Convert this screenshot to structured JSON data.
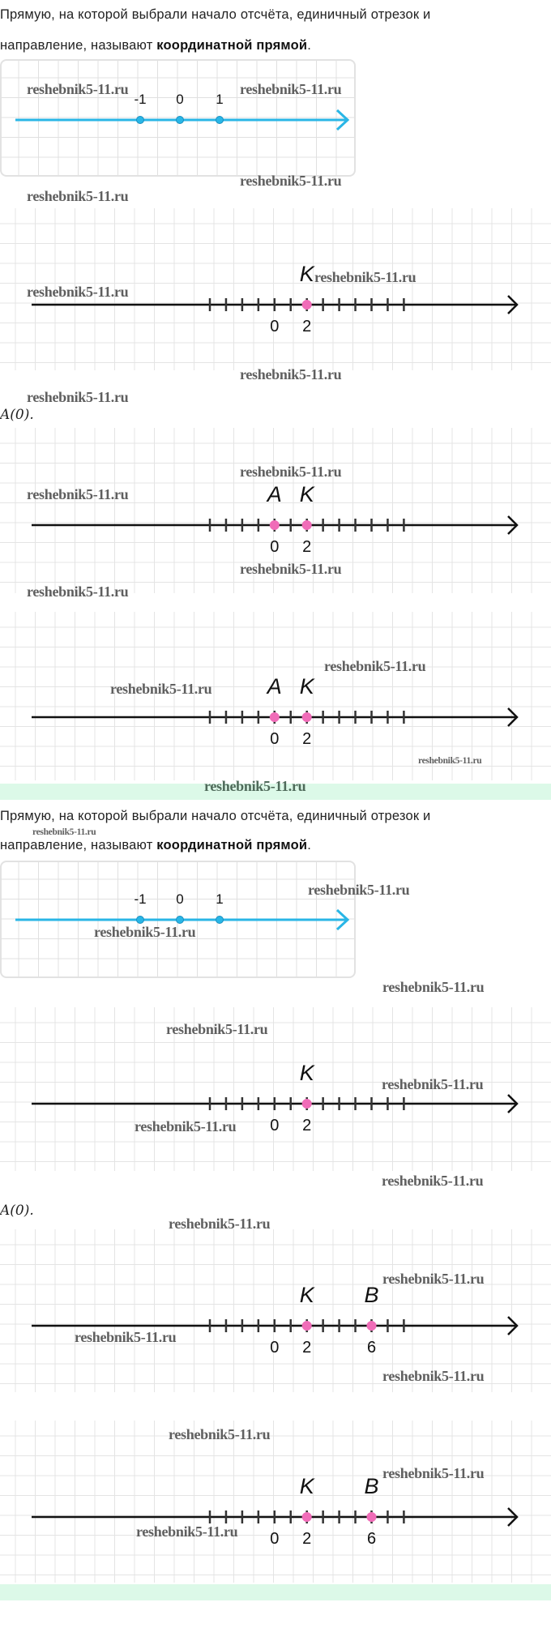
{
  "definition": {
    "line1": "Прямую, на которой выбрали начало отсчёта, единичный отрезок и",
    "line2_prefix": "направление, называют ",
    "line2_bold": "координатной прямой",
    "line2_suffix": "."
  },
  "intro_axis": {
    "labels": [
      "-1",
      "0",
      "1"
    ],
    "color": "#29b6e6"
  },
  "watermark": "reshebnik5-11.ru",
  "point_a_caption": "A(0).",
  "colors": {
    "point": "#f06cb8",
    "axis": "#111111",
    "green_bar": "#dcf9e8"
  },
  "number_lines": [
    {
      "tick_min": -4,
      "tick_max": 8,
      "numbers": [
        {
          "value": 0,
          "text": "0"
        },
        {
          "value": 2,
          "text": "2"
        }
      ],
      "points": [
        {
          "value": 2,
          "name": "K"
        }
      ]
    },
    {
      "tick_min": -4,
      "tick_max": 8,
      "numbers": [
        {
          "value": 0,
          "text": "0"
        },
        {
          "value": 2,
          "text": "2"
        }
      ],
      "points": [
        {
          "value": 0,
          "name": "A"
        },
        {
          "value": 2,
          "name": "K"
        }
      ]
    },
    {
      "tick_min": -4,
      "tick_max": 8,
      "numbers": [
        {
          "value": 0,
          "text": "0"
        },
        {
          "value": 2,
          "text": "2"
        }
      ],
      "points": [
        {
          "value": 0,
          "name": "A"
        },
        {
          "value": 2,
          "name": "K"
        }
      ]
    },
    {
      "tick_min": -4,
      "tick_max": 8,
      "numbers": [
        {
          "value": 0,
          "text": "0"
        },
        {
          "value": 2,
          "text": "2"
        }
      ],
      "points": [
        {
          "value": 2,
          "name": "K"
        }
      ]
    },
    {
      "tick_min": -4,
      "tick_max": 8,
      "numbers": [
        {
          "value": 0,
          "text": "0"
        },
        {
          "value": 2,
          "text": "2"
        },
        {
          "value": 6,
          "text": "6"
        }
      ],
      "points": [
        {
          "value": 2,
          "name": "K"
        },
        {
          "value": 6,
          "name": "B"
        }
      ]
    },
    {
      "tick_min": -4,
      "tick_max": 8,
      "numbers": [
        {
          "value": 0,
          "text": "0"
        },
        {
          "value": 2,
          "text": "2"
        },
        {
          "value": 6,
          "text": "6"
        }
      ],
      "points": [
        {
          "value": 2,
          "name": "K"
        },
        {
          "value": 6,
          "name": "B"
        }
      ]
    }
  ]
}
